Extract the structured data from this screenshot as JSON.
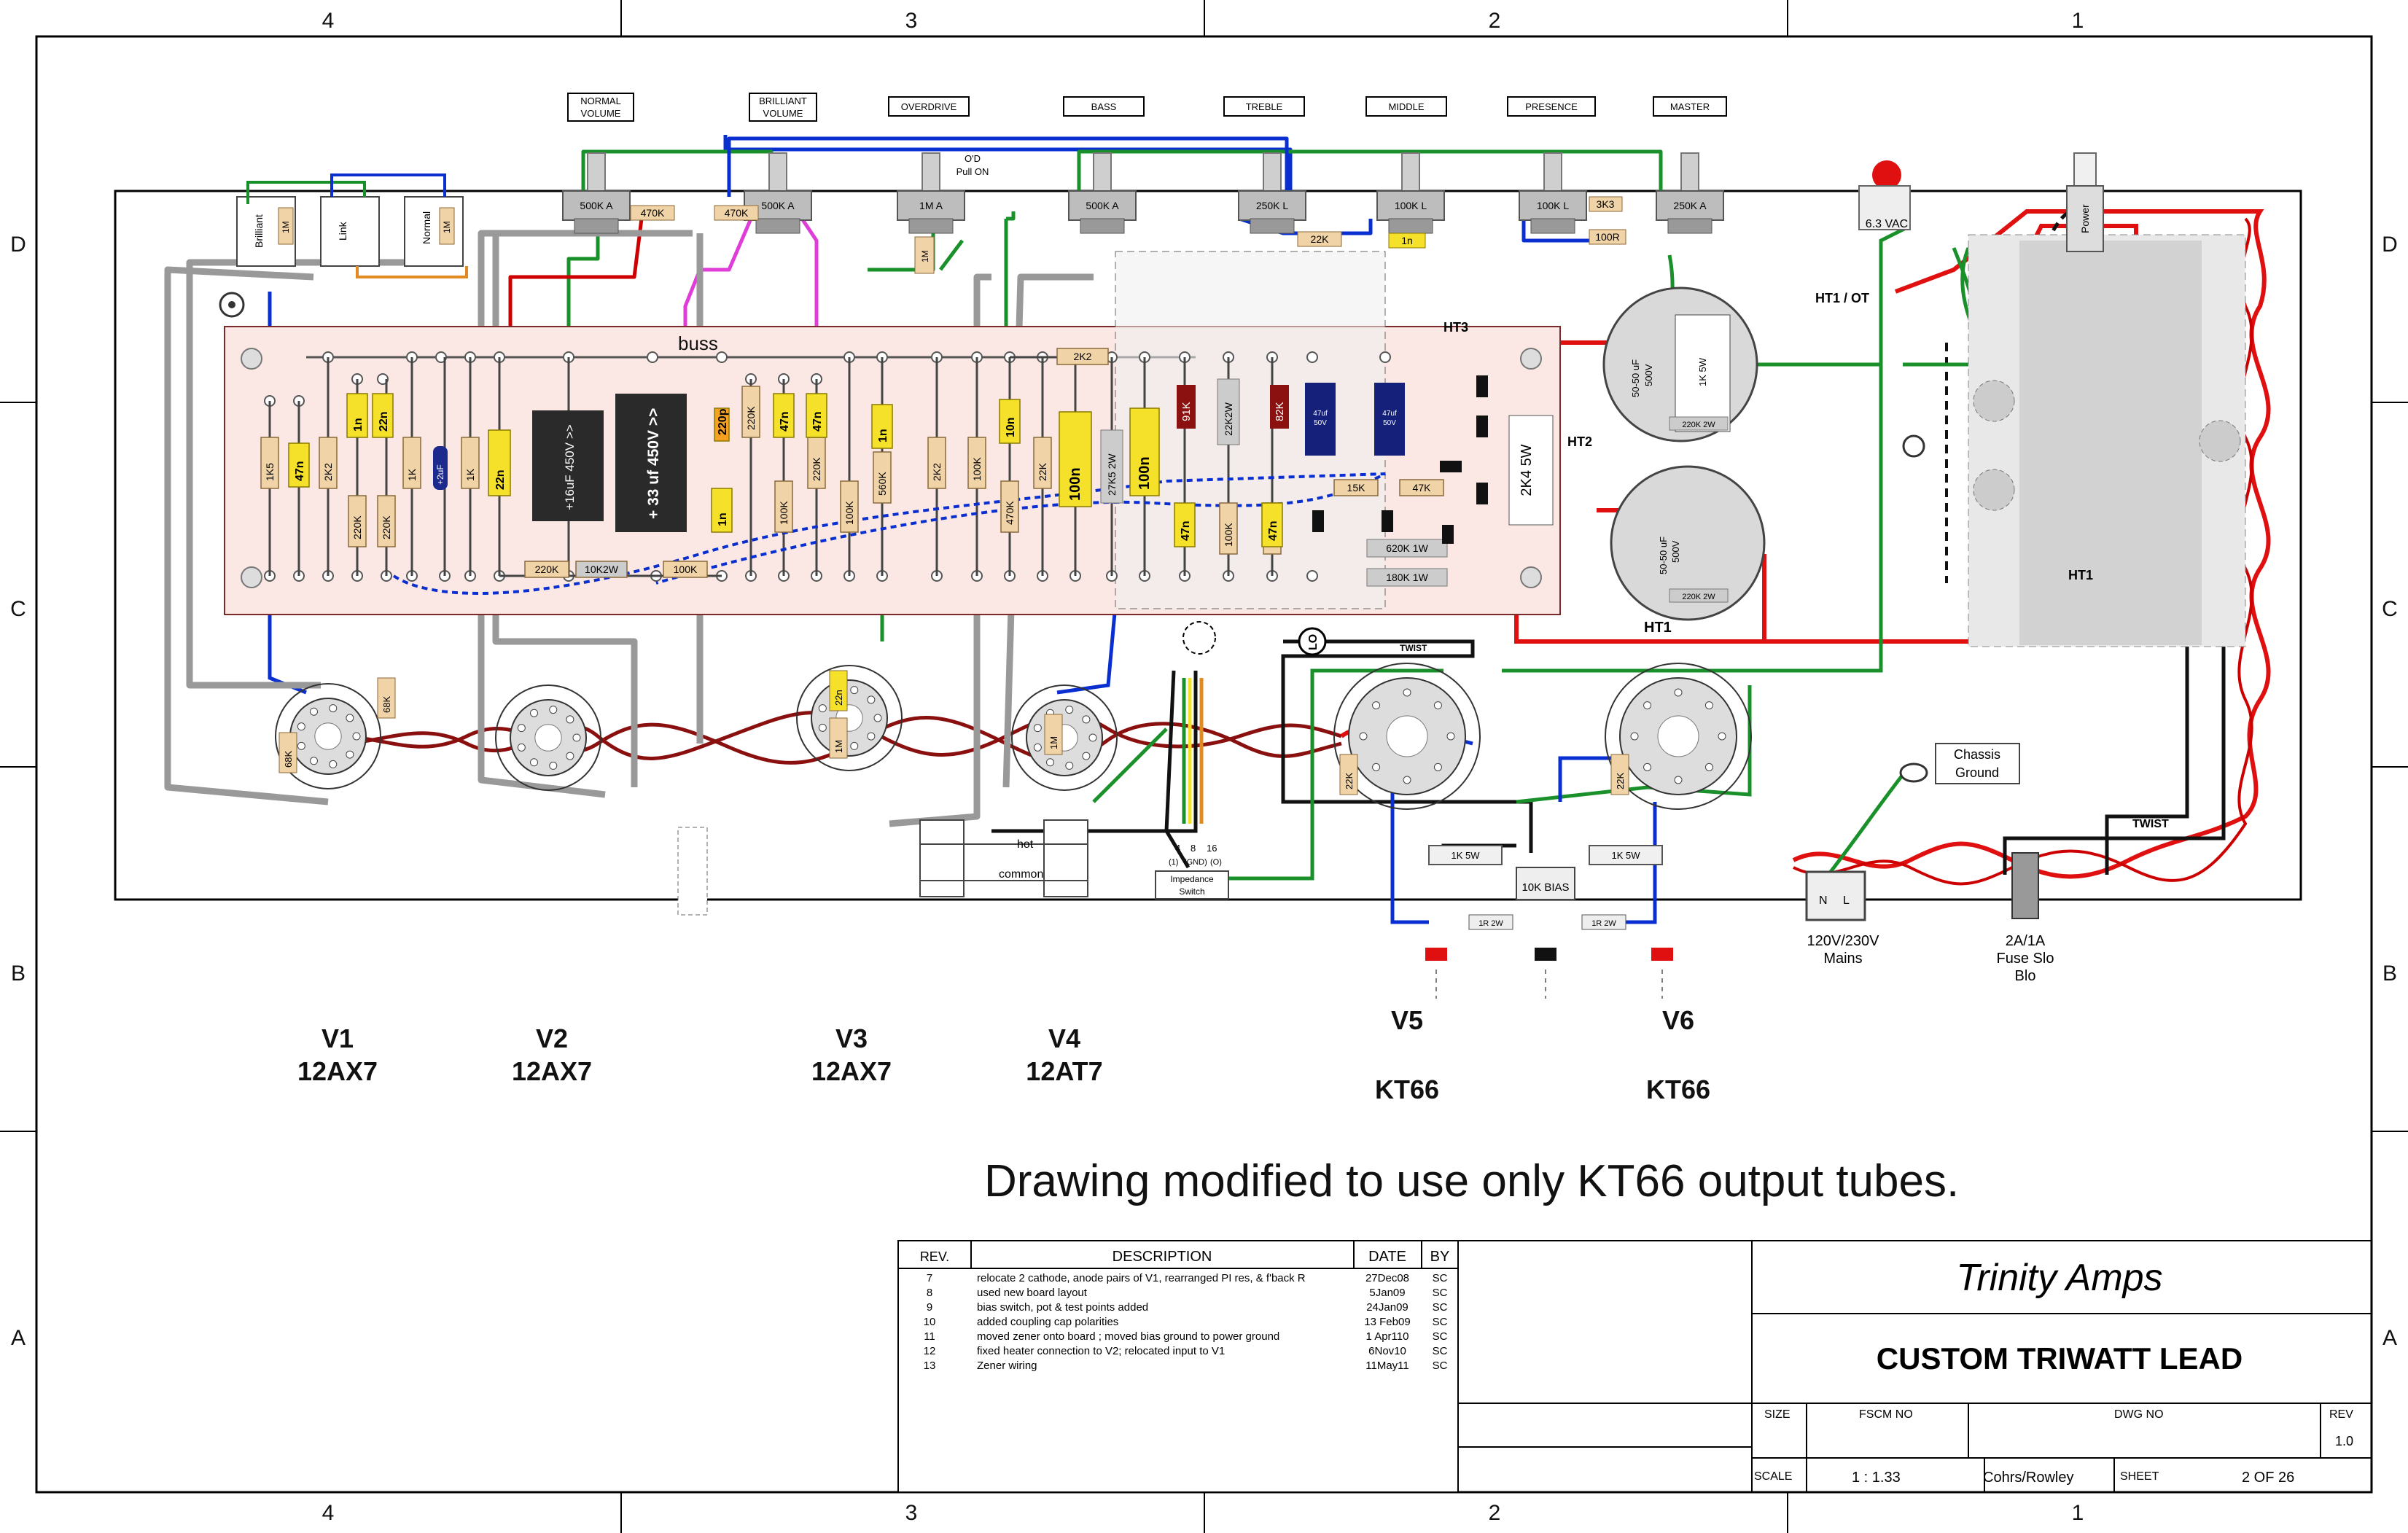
{
  "zones": {
    "cols": [
      "4",
      "3",
      "2",
      "1"
    ],
    "rows": [
      "D",
      "C",
      "B",
      "A"
    ]
  },
  "controls": [
    {
      "label": "NORMAL\nVOLUME",
      "pot": "500K A"
    },
    {
      "label": "BRILLIANT\nVOLUME",
      "pot": "500K A"
    },
    {
      "label": "OVERDRIVE",
      "pot": "1M A"
    },
    {
      "label": "BASS",
      "pot": "500K A"
    },
    {
      "label": "TREBLE",
      "pot": "250K L"
    },
    {
      "label": "MIDDLE",
      "pot": "100K L"
    },
    {
      "label": "PRESENCE",
      "pot": "100K L"
    },
    {
      "label": "MASTER",
      "pot": "250K A"
    }
  ],
  "od_note": [
    "O'D",
    "Pull ON"
  ],
  "jacks": [
    "Brilliant",
    "Link",
    "Normal"
  ],
  "jack_resistor": "1M",
  "pilot": "6.3 VAC",
  "power_switch": "Power",
  "board": {
    "buss": "buss",
    "resistors": [
      "1K5",
      "2K2",
      "220K",
      "220K",
      "1K",
      "1K",
      "220K",
      "10K2W",
      "100K",
      "220K",
      "100K",
      "560K",
      "100K",
      "2K2",
      "100K",
      "470K",
      "22K",
      "2K2",
      "27K5 2W",
      "100K",
      "100K",
      "22K2W",
      "15K",
      "47K",
      "470K",
      "470K",
      "1M",
      "1M",
      "3K3",
      "100R",
      "22K"
    ],
    "caps": [
      "47n",
      "1n",
      "22n",
      "22n",
      "1n",
      "47n",
      "47n",
      "1n",
      "10n",
      "100n",
      "100n",
      "47n",
      "47n",
      "220p",
      "1n",
      "1n"
    ],
    "filter_caps": [
      "+16uF 450V >>",
      "+ 33 uf 450V >>"
    ],
    "tantalum": "+2uF",
    "resistors_red": [
      "91K",
      "82K"
    ],
    "elcaps": [
      "47uf\n50V",
      "47uf\n50V"
    ],
    "power_res": [
      "620K 1W",
      "180K 1W"
    ],
    "ht_labels": [
      "HT3",
      "HT2",
      "HT1 / OT",
      "HT1"
    ],
    "big_res": [
      "2K4\n5W",
      "1K 5W"
    ],
    "can_caps": [
      "50-50 uF\n500V",
      "50-50 uF\n500V"
    ],
    "can_res": [
      "220K 2W",
      "220K 2W"
    ]
  },
  "tube_parts": [
    "68K",
    "68K",
    "22n",
    "1M",
    "1M",
    "22K",
    "22K"
  ],
  "twist": [
    "TWIST",
    "TWIST"
  ],
  "lo_label": "LO",
  "bias": {
    "resistors": [
      "1K 5W",
      "1K 5W",
      "1R 2W",
      "1R 2W"
    ],
    "pot": "10K BIAS"
  },
  "output": {
    "hot": "hot",
    "common": "common",
    "impedance": [
      "Impedance",
      "Switch"
    ],
    "ohms": [
      "4",
      "8",
      "16"
    ],
    "ohm_sub": [
      "(1)",
      "(GND)",
      "(O)"
    ]
  },
  "chassis_ground": [
    "Chassis",
    "Ground"
  ],
  "mains": {
    "label": [
      "120V/230V",
      "Mains"
    ],
    "pins": [
      "N",
      "L"
    ]
  },
  "fuse": [
    "2A/1A",
    "Fuse Slo",
    "Blo"
  ],
  "tubes": [
    {
      "name": "V1",
      "type": "12AX7"
    },
    {
      "name": "V2",
      "type": "12AX7"
    },
    {
      "name": "V3",
      "type": "12AX7"
    },
    {
      "name": "V4",
      "type": "12AT7"
    },
    {
      "name": "V5",
      "type": "KT66"
    },
    {
      "name": "V6",
      "type": "KT66"
    }
  ],
  "caption": "Drawing modified to use only KT66 output tubes.",
  "revisions": {
    "headers": [
      "REV.",
      "DESCRIPTION",
      "DATE",
      "BY"
    ],
    "rows": [
      {
        "rev": "7",
        "desc": "relocate 2 cathode, anode pairs of V1, rearranged PI res, & f'back  R",
        "date": "27Dec08",
        "by": "SC"
      },
      {
        "rev": "8",
        "desc": "used new board layout",
        "date": "5Jan09",
        "by": "SC"
      },
      {
        "rev": "9",
        "desc": "bias switch, pot & test points added",
        "date": "24Jan09",
        "by": "SC"
      },
      {
        "rev": "10",
        "desc": " added coupling cap polarities",
        "date": "13 Feb09",
        "by": "SC"
      },
      {
        "rev": "11",
        "desc": "moved zener onto board ; moved bias ground to power ground",
        "date": "1 Apr110",
        "by": "SC"
      },
      {
        "rev": "12",
        "desc": "fixed heater connection to V2; relocated input to V1",
        "date": "6Nov10",
        "by": "SC"
      },
      {
        "rev": "13",
        "desc": "Zener wiring",
        "date": "11May11",
        "by": "SC"
      }
    ]
  },
  "title_block": {
    "logo": "Trinity Amps",
    "title": "CUSTOM TRIWATT LEAD",
    "size_label": "SIZE",
    "fscm_label": "FSCM NO",
    "dwg_label": "DWG NO",
    "rev_label": "REV",
    "rev_value": "1.0",
    "scale_label": "SCALE",
    "scale_value": "1 : 1.33",
    "author": "Cohrs/Rowley",
    "sheet_label": "SHEET",
    "sheet_value": "2 OF 26"
  }
}
